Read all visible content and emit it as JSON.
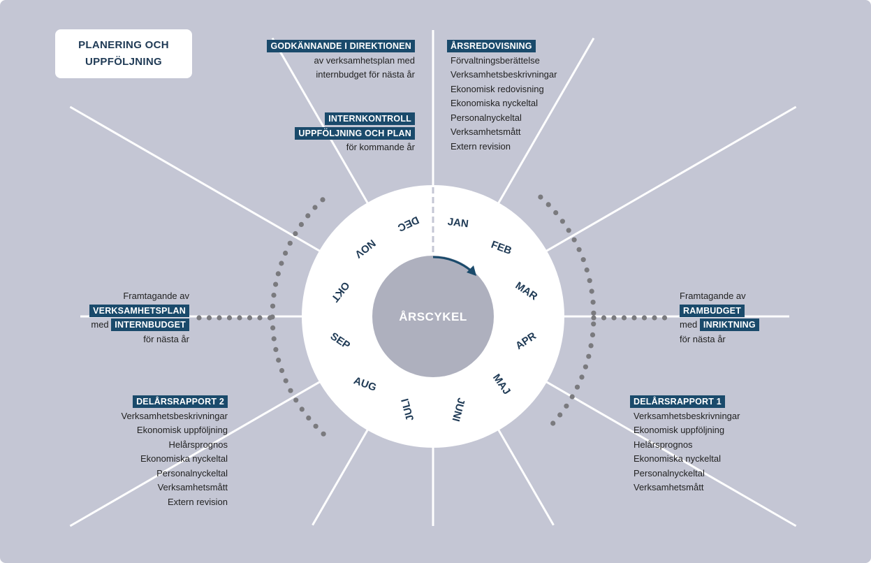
{
  "title": {
    "line1": "PLANERING OCH",
    "line2": "UPPFÖLJNING"
  },
  "center": {
    "label": "ÅRSCYKEL"
  },
  "months": [
    "JAN",
    "FEB",
    "MAR",
    "APR",
    "MAJ",
    "JUNI",
    "JULI",
    "AUG",
    "SEP",
    "OKT",
    "NOV",
    "DEC"
  ],
  "godkannande": {
    "heading": "GODKÄNNANDE I DIREKTIONEN",
    "line1": "av verksamhetsplan med",
    "line2": "internbudget för nästa år"
  },
  "internkontroll": {
    "heading1": "INTERNKONTROLL",
    "heading2": "UPPFÖLJNING OCH PLAN",
    "line1": "för kommande år"
  },
  "arsredovisning": {
    "heading": "ÅRSREDOVISNING",
    "items": [
      "Förvaltningsberättelse",
      "Verksamhetsbeskrivningar",
      "Ekonomisk redovisning",
      "Ekonomiska nyckeltal",
      "Personalnyckeltal",
      "Verksamhetsmått",
      "Extern revision"
    ]
  },
  "verksamhetsplan": {
    "line1": "Framtagande av",
    "heading1": "VERKSAMHETSPLAN",
    "med": "med",
    "heading2": "INTERNBUDGET",
    "line2": "för nästa år"
  },
  "rambudget": {
    "line1": "Framtagande av",
    "heading1": "RAMBUDGET",
    "med": "med",
    "heading2": "INRIKTNING",
    "line2": "för nästa år"
  },
  "delarsrapport2": {
    "heading": "DELÅRSRAPPORT 2",
    "items": [
      "Verksamhetsbeskrivningar",
      "Ekonomisk uppföljning",
      "Helårsprognos",
      "Ekonomiska nyckeltal",
      "Personalnyckeltal",
      "Verksamhetsmått",
      "Extern revision"
    ]
  },
  "delarsrapport1": {
    "heading": "DELÅRSRAPPORT 1",
    "items": [
      "Verksamhetsbeskrivningar",
      "Ekonomisk uppföljning",
      "Helårsprognos",
      "Ekonomiska nyckeltal",
      "Personalnyckeltal",
      "Verksamhetsmått"
    ]
  },
  "colors": {
    "background": "#c4c6d4",
    "highlight": "#1a4a6b",
    "dots": "#7a7a7e",
    "center": "#aeb0be",
    "arrow": "#1a4a6b"
  }
}
